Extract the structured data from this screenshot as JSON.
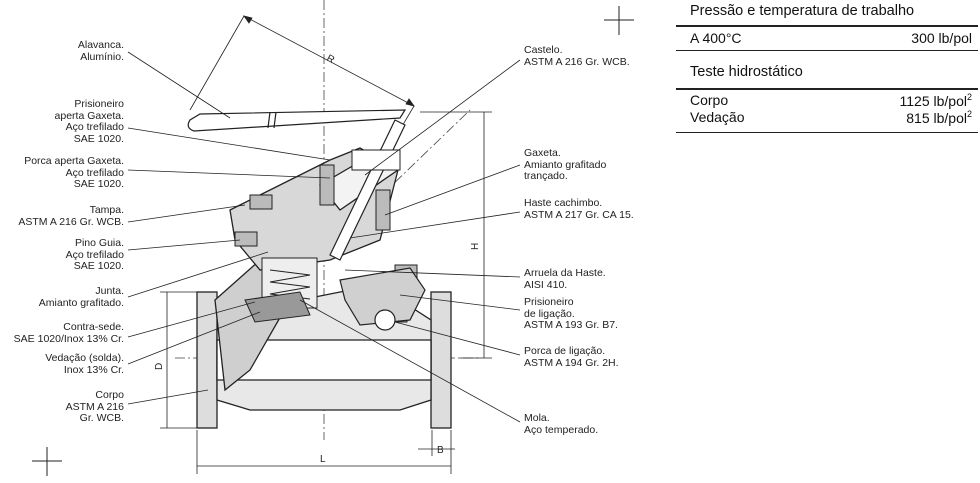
{
  "labels_left": [
    {
      "id": "alavanca",
      "text": "Alavanca.\nAlumínio."
    },
    {
      "id": "prisioneiro-gaxeta",
      "text": "Prisioneiro\naperta Gaxeta.\nAço trefilado\nSAE 1020."
    },
    {
      "id": "porca-gaxeta",
      "text": "Porca aperta Gaxeta.\nAço trefilado\nSAE 1020."
    },
    {
      "id": "tampa",
      "text": "Tampa.\nASTM A 216 Gr. WCB."
    },
    {
      "id": "pino-guia",
      "text": "Pino Guia.\nAço trefilado\nSAE 1020."
    },
    {
      "id": "junta",
      "text": "Junta.\nAmianto grafitado."
    },
    {
      "id": "contra-sede",
      "text": "Contra-sede.\nSAE 1020/Inox 13% Cr."
    },
    {
      "id": "vedacao-solda",
      "text": "Vedação (solda).\nInox 13% Cr."
    },
    {
      "id": "corpo",
      "text": "Corpo\nASTM A 216\nGr. WCB."
    }
  ],
  "labels_right": [
    {
      "id": "castelo",
      "text": "Castelo.\nASTM A 216 Gr. WCB."
    },
    {
      "id": "gaxeta",
      "text": "Gaxeta.\nAmianto grafitado\ntrançado."
    },
    {
      "id": "haste",
      "text": "Haste cachimbo.\nASTM A 217 Gr. CA 15."
    },
    {
      "id": "arruela",
      "text": "Arruela da Haste.\nAISI 410."
    },
    {
      "id": "prisioneiro-ligacao",
      "text": "Prisioneiro\nde ligação.\nASTM A 193 Gr. B7."
    },
    {
      "id": "porca-ligacao",
      "text": "Porca de ligação.\nASTM A 194 Gr. 2H."
    },
    {
      "id": "mola",
      "text": "Mola.\nAço temperado."
    }
  ],
  "dimensions": {
    "R": "R",
    "H": "H",
    "D": "D",
    "L": "L",
    "B": "B"
  },
  "table": {
    "title1": "Pressão e temperatura de trabalho",
    "row1_label": "A 400°C",
    "row1_value": "300 lb/pol",
    "title2": "Teste hidrostático",
    "row2_label": "Corpo",
    "row2_value": "1125 lb/pol",
    "row2_sup": "2",
    "row3_label": "Vedação",
    "row3_value": "815 lb/pol",
    "row3_sup": "2"
  }
}
